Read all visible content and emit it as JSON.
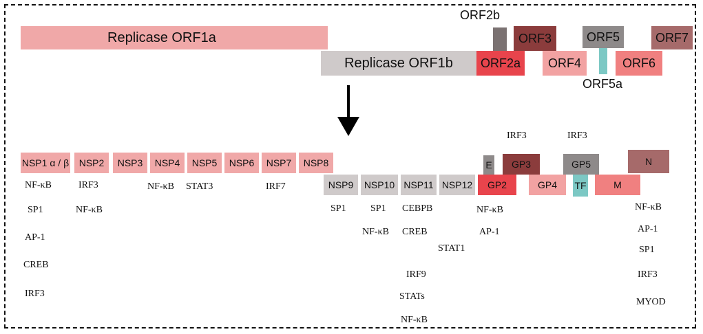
{
  "colors": {
    "pink_light": "#f0a8a8",
    "grey_light": "#cfcaca",
    "red": "#e8444c",
    "dark_red": "#8b3c3c",
    "grey_mid": "#8e8a8a",
    "pink_mid": "#f2a2a2",
    "coral": "#f08080",
    "teal": "#7cc8c4",
    "mauve": "#a66a6a",
    "dark_grey": "#7b7272"
  },
  "genome": {
    "orf1a": "Replicase ORF1a",
    "orf1b": "Replicase ORF1b",
    "orf2a": "ORF2a",
    "orf2b": "ORF2b",
    "orf3": "ORF3",
    "orf4": "ORF4",
    "orf5": "ORF5",
    "orf5a": "ORF5a",
    "orf6": "ORF6",
    "orf7": "ORF7"
  },
  "proteins": {
    "nsp1": "NSP1 α / β",
    "nsp2": "NSP2",
    "nsp3": "NSP3",
    "nsp4": "NSP4",
    "nsp5": "NSP5",
    "nsp6": "NSP6",
    "nsp7": "NSP7",
    "nsp8": "NSP8",
    "nsp9": "NSP9",
    "nsp10": "NSP10",
    "nsp11": "NSP11",
    "nsp12": "NSP12",
    "e": "E",
    "gp2": "GP2",
    "gp3": "GP3",
    "gp4": "GP4",
    "gp5": "GP5",
    "tf": "TF",
    "m": "M",
    "n": "N"
  },
  "factors": {
    "nsp1": [
      "NF-κB",
      "SP1",
      "AP-1",
      "CREB",
      "IRF3"
    ],
    "nsp2": [
      "IRF3",
      "NF-κB"
    ],
    "nsp4": [
      "NF-κB"
    ],
    "nsp5": [
      "STAT3"
    ],
    "nsp7": [
      "IRF7"
    ],
    "nsp9": [
      "SP1"
    ],
    "nsp10": [
      "SP1",
      "NF-κB"
    ],
    "nsp11": [
      "CEBPB",
      "CREB",
      "IRF9",
      "STATs",
      "NF-κB"
    ],
    "nsp12": [
      "STAT1"
    ],
    "gp2": [
      "NF-κB",
      "AP-1"
    ],
    "gp3": [
      "IRF3"
    ],
    "gp5": [
      "IRF3"
    ],
    "n": [
      "NF-κB",
      "AP-1",
      "SP1",
      "IRF3",
      "MYOD"
    ]
  }
}
